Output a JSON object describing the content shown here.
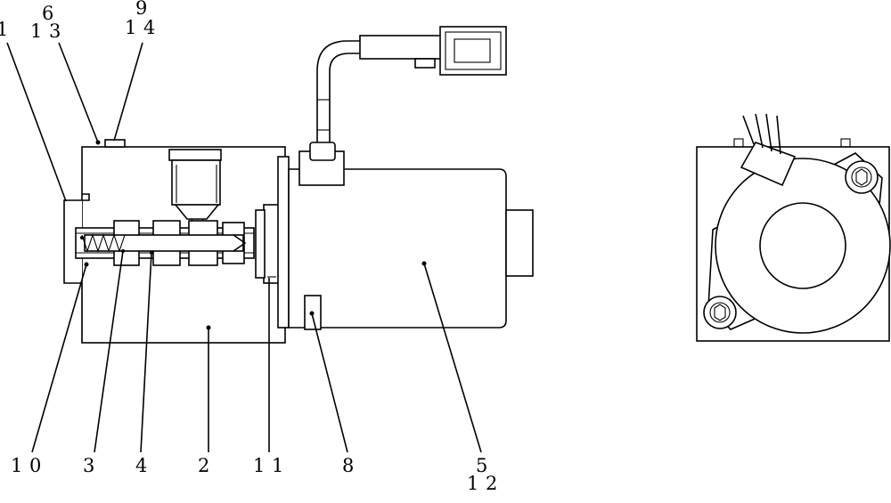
{
  "diagram": {
    "labels": {
      "l1": "1",
      "l6": "6",
      "l13": "1 3",
      "l9": "9",
      "l14": "1 4",
      "l10": "1 0",
      "l3": "3",
      "l4": "4",
      "l2": "2",
      "l11": "1 1",
      "l8": "8",
      "l5": "5",
      "l12": "1 2"
    }
  }
}
